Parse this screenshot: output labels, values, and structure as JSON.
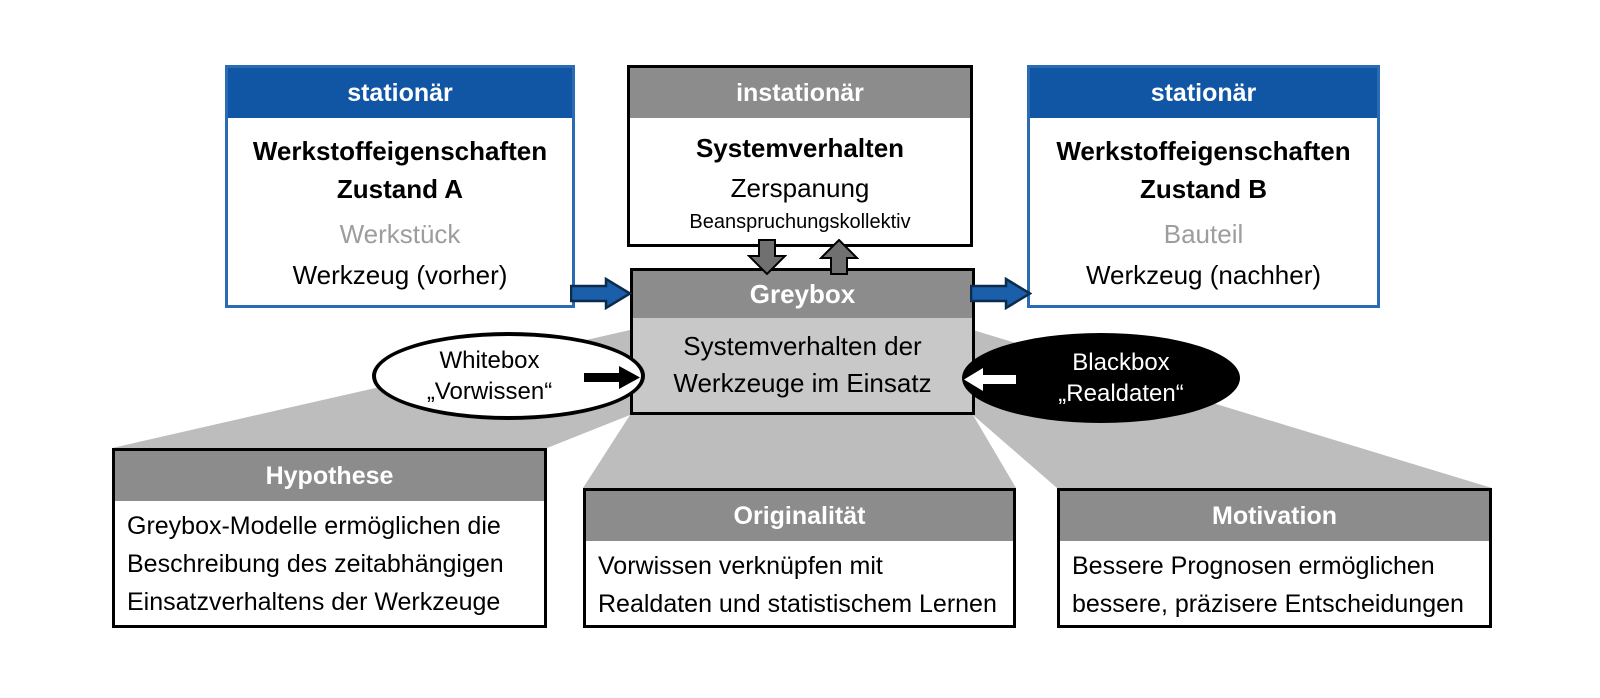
{
  "top_left": {
    "header": "stationär",
    "lines": [
      "Werkstoffeigenschaften",
      "Zustand A",
      "Werkstück",
      "Werkzeug (vorher)"
    ]
  },
  "top_middle": {
    "header": "instationär",
    "lines": [
      "Systemverhalten",
      "Zerspanung",
      "Beanspruchungskollektiv"
    ]
  },
  "top_right": {
    "header": "stationär",
    "lines": [
      "Werkstoffeigenschaften",
      "Zustand B",
      "Bauteil",
      "Werkzeug (nachher)"
    ]
  },
  "greybox": {
    "header": "Greybox",
    "lines": [
      "Systemverhalten der",
      "Werkzeuge im Einsatz"
    ]
  },
  "whitebox": {
    "lines": [
      "Whitebox",
      "„Vorwissen“"
    ]
  },
  "blackbox": {
    "lines": [
      "Blackbox",
      "„Realdaten“"
    ]
  },
  "hypothese": {
    "header": "Hypothese",
    "lines": [
      "Greybox-Modelle ermöglichen die",
      "Beschreibung des zeitabhängigen",
      "Einsatzverhaltens der Werkzeuge"
    ]
  },
  "originalitaet": {
    "header": "Originalität",
    "lines": [
      "Vorwissen verknüpfen mit",
      "Realdaten und statistischem Lernen"
    ]
  },
  "motivation": {
    "header": "Motivation",
    "lines": [
      "Bessere Prognosen ermöglichen",
      "bessere, präzisere Entscheidungen"
    ]
  },
  "icons": {
    "flow_in": "arrow-right-blue",
    "flow_out": "arrow-right-blue",
    "load_down": "arrow-down-gray",
    "response_up": "arrow-up-gray",
    "whitebox_feed": "arrow-right-black",
    "blackbox_feed": "arrow-left-white"
  },
  "colors": {
    "header_blue": "#1056a5",
    "blue_border": "#2a6cb3",
    "arrow_blue": "#1b5ea9",
    "header_gray": "#8c8c8c",
    "greybox_body": "#c8c8c8",
    "fan_gray": "#bdbdbd",
    "arrow_gray": "#707070",
    "muted_text": "#9d9d9d",
    "black": "#000000",
    "white": "#ffffff"
  }
}
